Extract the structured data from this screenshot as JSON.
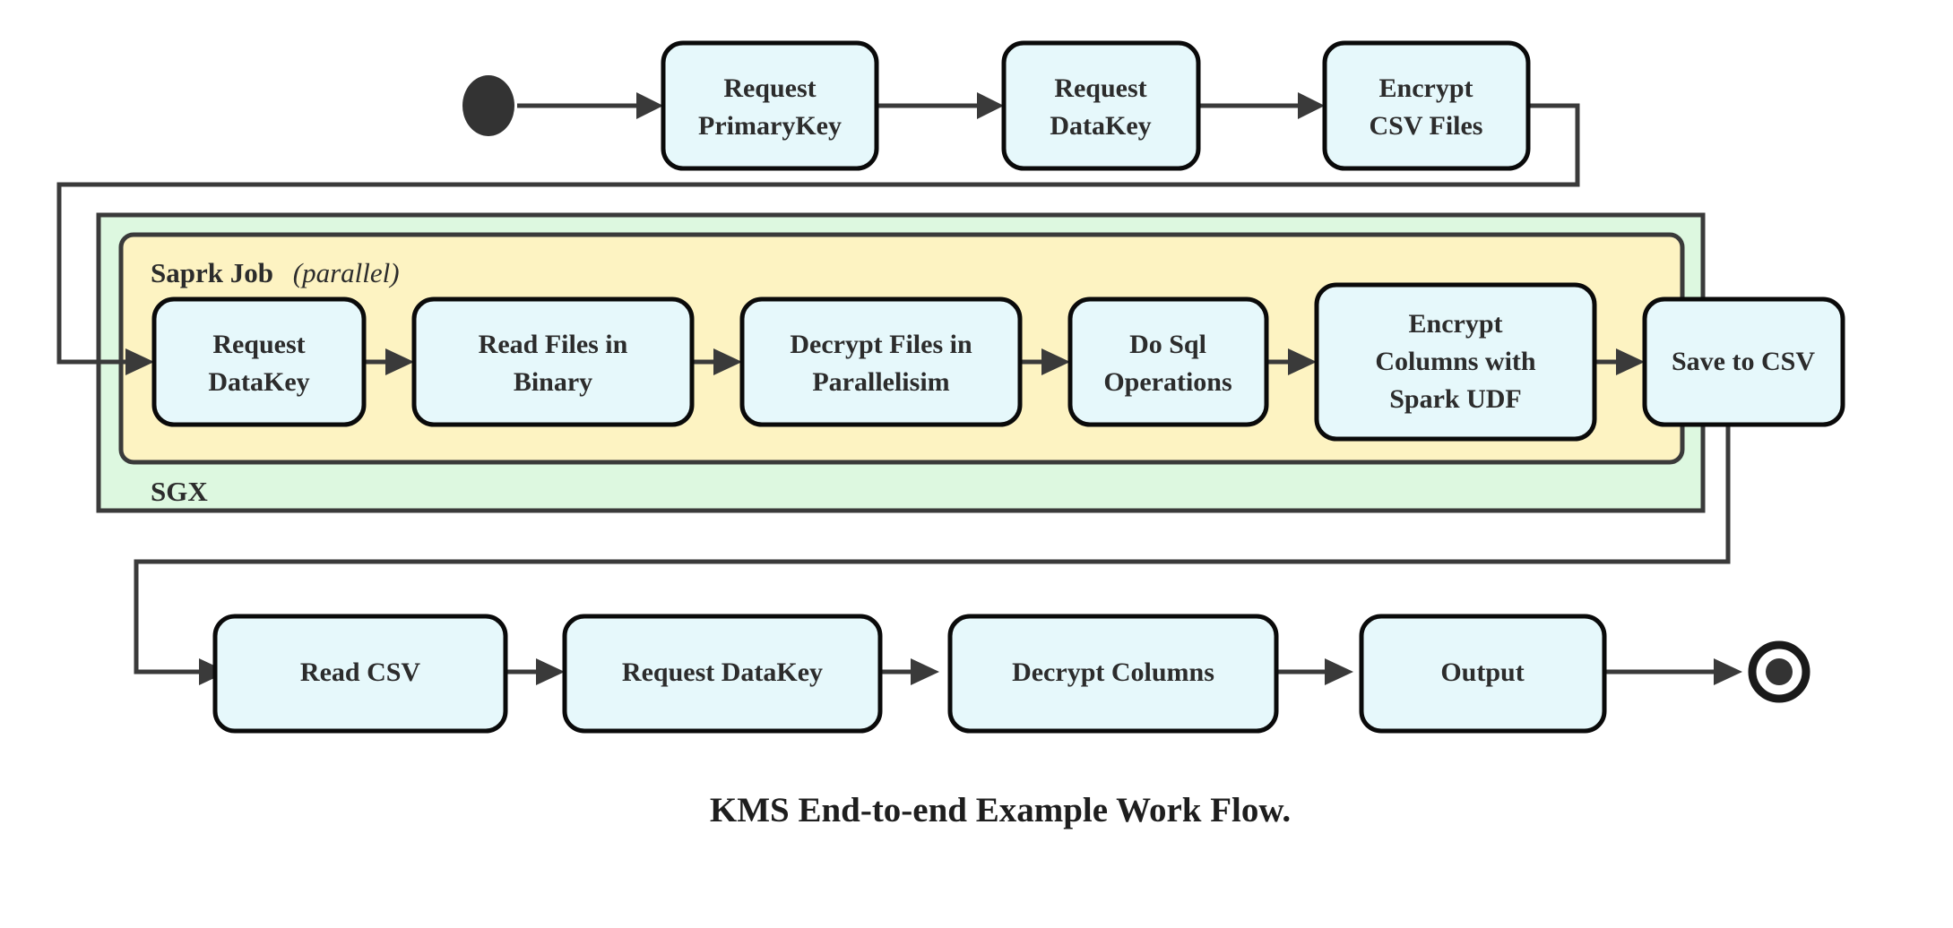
{
  "diagram": {
    "caption": "KMS End-to-end Example Work Flow.",
    "colors": {
      "node_fill": "#e6f8fb",
      "node_stroke": "#0a0a0a",
      "sgx_fill": "#ddf8e0",
      "spark_fill": "#fdf3c2",
      "line": "#3a3a3a",
      "text": "#2c2c2c",
      "background": "#ffffff"
    },
    "start_node": {
      "name": "start",
      "shape": "filled-circle"
    },
    "end_node": {
      "name": "end",
      "shape": "ring-with-dot"
    },
    "groups": [
      {
        "id": "sgx",
        "label": "SGX",
        "label_position": "bottom-left",
        "fill": "#ddf8e0"
      },
      {
        "id": "spark-job",
        "label": "Saprk Job",
        "label_suffix_open": "(",
        "label_italic": "parallel",
        "label_suffix_close": ")",
        "label_position": "top-left",
        "fill": "#fdf3c2"
      }
    ],
    "rows": {
      "top": {
        "name": "top-row",
        "nodes": [
          {
            "id": "request-primarykey",
            "lines": [
              "Request",
              "PrimaryKey"
            ]
          },
          {
            "id": "request-datakey-top",
            "lines": [
              "Request",
              "DataKey"
            ]
          },
          {
            "id": "encrypt-csv-files",
            "lines": [
              "Encrypt",
              "CSV Files"
            ]
          }
        ]
      },
      "middle": {
        "name": "spark-row",
        "nodes": [
          {
            "id": "request-datakey-spark",
            "lines": [
              "Request",
              "DataKey"
            ]
          },
          {
            "id": "read-files-in-binary",
            "lines": [
              "Read Files in",
              "Binary"
            ]
          },
          {
            "id": "decrypt-files-in-parallelisim",
            "lines": [
              "Decrypt Files in",
              "Parallelisim"
            ]
          },
          {
            "id": "do-sql-operations",
            "lines": [
              "Do Sql",
              "Operations"
            ]
          },
          {
            "id": "encrypt-columns-with-spark-udf",
            "lines": [
              "Encrypt",
              "Columns with",
              "Spark UDF"
            ]
          },
          {
            "id": "save-to-csv",
            "lines": [
              "Save to CSV"
            ]
          }
        ]
      },
      "bottom": {
        "name": "bottom-row",
        "nodes": [
          {
            "id": "read-csv",
            "lines": [
              "Read CSV"
            ]
          },
          {
            "id": "request-datakey-bottom",
            "lines": [
              "Request DataKey"
            ]
          },
          {
            "id": "decrypt-columns",
            "lines": [
              "Decrypt Columns"
            ]
          },
          {
            "id": "output",
            "lines": [
              "Output"
            ]
          }
        ]
      }
    }
  }
}
